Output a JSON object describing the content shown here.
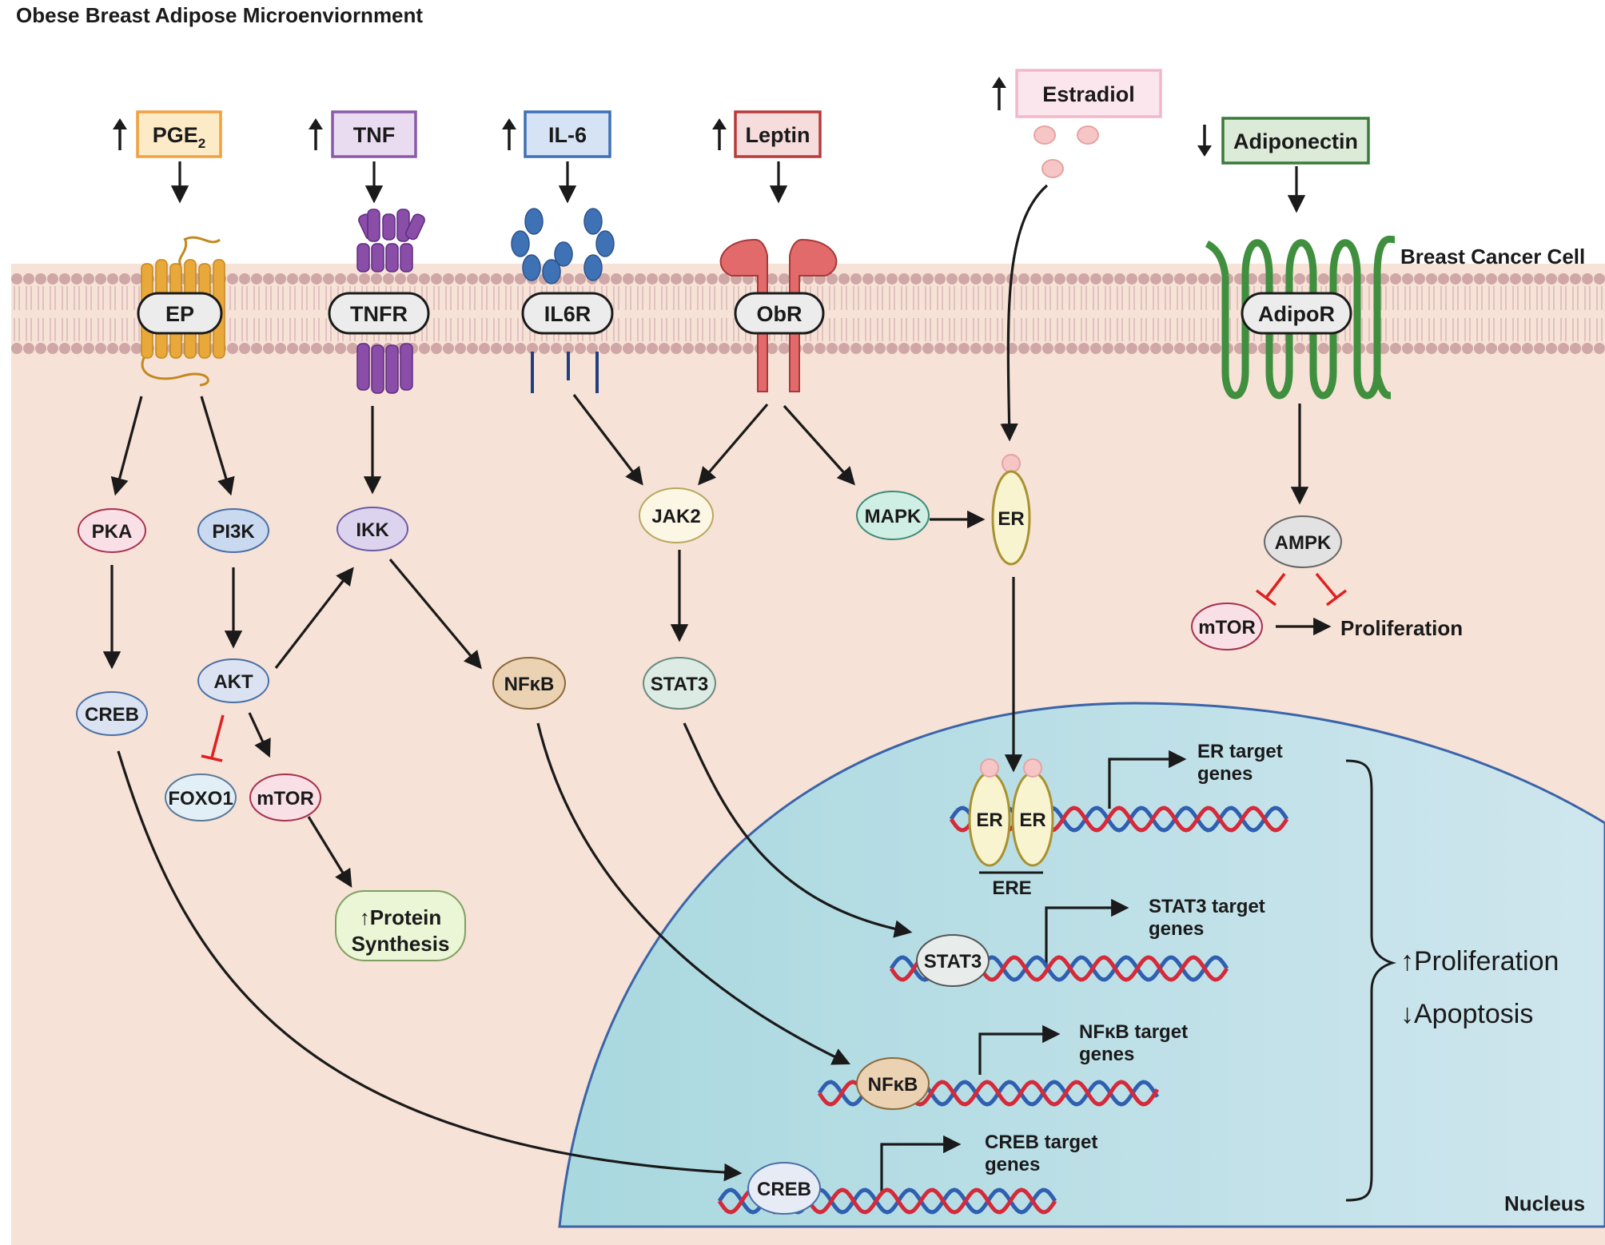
{
  "title": "Obese Breast Adipose Microenviornment",
  "cell_label": "Breast Cancer Cell",
  "nucleus_label": "Nucleus",
  "ligands": [
    {
      "id": "pge2",
      "base": "PGE",
      "sub": "2",
      "direction": "up",
      "color": "#f0a040",
      "fill": "#fdebc8"
    },
    {
      "id": "tnf",
      "base": "TNF",
      "sub": "",
      "direction": "up",
      "color": "#8a5aa8",
      "fill": "#e9dcf0"
    },
    {
      "id": "il6",
      "base": "IL-6",
      "sub": "",
      "direction": "up",
      "color": "#3f6fb5",
      "fill": "#d6e3f4"
    },
    {
      "id": "leptin",
      "base": "Leptin",
      "sub": "",
      "direction": "up",
      "color": "#b83a3a",
      "fill": "#f6dcdc"
    },
    {
      "id": "estradiol",
      "base": "Estradiol",
      "sub": "",
      "direction": "up",
      "color": "#f2b8c8",
      "fill": "#fce6ee"
    },
    {
      "id": "adiponectin",
      "base": "Adiponectin",
      "sub": "",
      "direction": "down",
      "color": "#3a7a3a",
      "fill": "#dcebd8"
    }
  ],
  "receptors": {
    "ep": "EP",
    "tnfr": "TNFR",
    "il6r": "IL6R",
    "obr": "ObR",
    "adipor": "AdipoR"
  },
  "nodes": {
    "pka": "PKA",
    "pi3k": "PI3K",
    "ikk": "IKK",
    "jak2": "JAK2",
    "mapk": "MAPK",
    "er": "ER",
    "ampk": "AMPK",
    "mtor_right": "mTOR",
    "proliferation_right": "Proliferation",
    "creb": "CREB",
    "akt": "AKT",
    "nfkb": "NFκB",
    "stat3": "STAT3",
    "foxo1": "FOXO1",
    "mtor_left": "mTOR",
    "protein_synthesis_1": "↑Protein",
    "protein_synthesis_2": "Synthesis"
  },
  "nucleus": {
    "er_dimer_1": "ER",
    "er_dimer_2": "ER",
    "ere": "ERE",
    "stat3": "STAT3",
    "nfkb": "NFκB",
    "creb": "CREB",
    "er_target_1": "ER target",
    "er_target_2": "genes",
    "stat3_target_1": "STAT3 target",
    "stat3_target_2": "genes",
    "nfkb_target_1": "NFκB target",
    "nfkb_target_2": "genes",
    "creb_target_1": "CREB target",
    "creb_target_2": "genes"
  },
  "outcomes": {
    "proliferation": "↑Proliferation",
    "apoptosis": "↓Apoptosis"
  }
}
